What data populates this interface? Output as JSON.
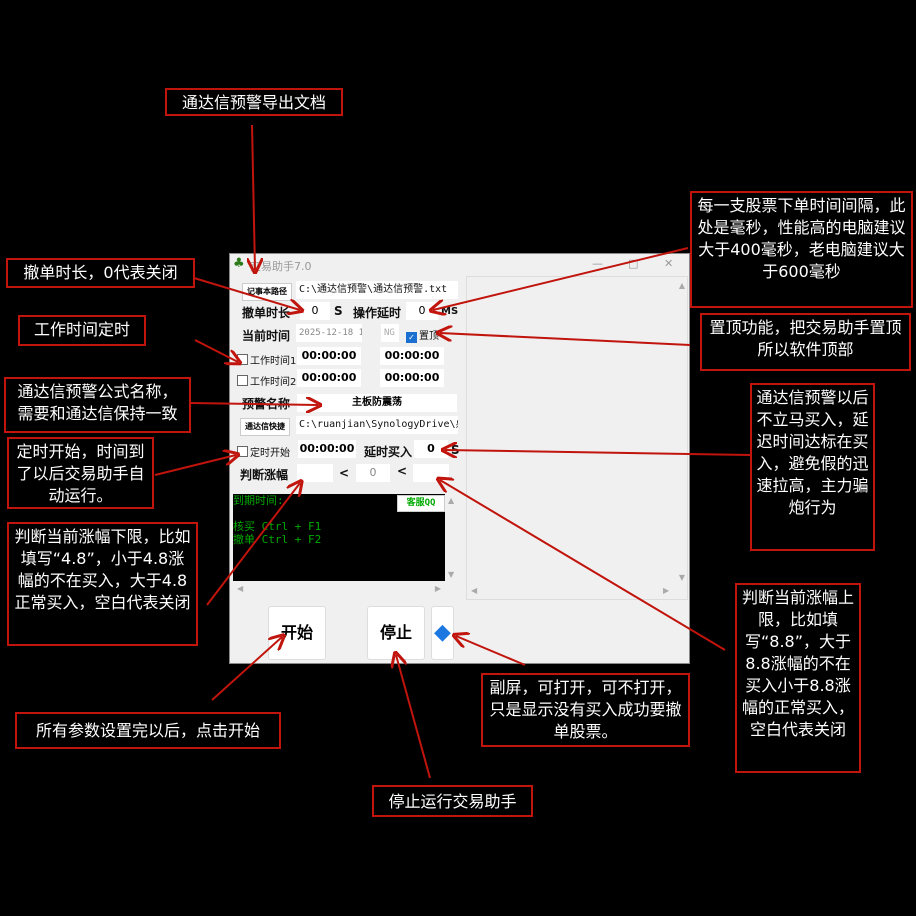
{
  "window": {
    "title": "交易助手7.0",
    "minimize": "—",
    "maximize": "□",
    "close": "✕"
  },
  "form": {
    "notepad_btn": "记事本路径",
    "notepad_path": "C:\\通达信预警\\通达信预警.txt",
    "cancel_label": "撤单时长",
    "cancel_value": "0",
    "cancel_unit": "S",
    "delay_label": "操作延时",
    "delay_value": "0",
    "delay_unit": "MS",
    "time_label": "当前时间",
    "time_value": "2025-12-18 1",
    "ng": "NG",
    "topmost_label": "置顶",
    "topmost_checked": true,
    "work1_label": "工作时间1",
    "work1_start": "00:00:00",
    "work1_end": "00:00:00",
    "work2_label": "工作时间2",
    "work2_start": "00:00:00",
    "work2_end": "00:00:00",
    "alert_label": "预警名称",
    "alert_value": "主板防震荡",
    "tdx_btn": "通达信快捷",
    "tdx_path": "C:\\ruanjian\\SynologyDrive\\桌[",
    "timer_label": "定时开始",
    "timer_value": "00:00:00",
    "buy_delay_label": "延时买入",
    "buy_delay_value": "0",
    "buy_delay_unit": "S",
    "range_label": "判断涨幅",
    "range_low": "",
    "range_lt1": "<",
    "range_mid": "0",
    "range_lt2": "<",
    "range_high": ""
  },
  "console": {
    "lines": [
      "到期时间:",
      "",
      "核买 Ctrl + F1",
      "撤单 Ctrl + F2"
    ],
    "qq_btn": "客服QQ"
  },
  "buttons": {
    "start": "开始",
    "stop": "停止"
  },
  "annotations": {
    "export": "通达信预警导出文档",
    "cancel": "撤单时长，0代表关闭",
    "worktime": "工作时间定时",
    "formula": "通达信预警公式名称，需要和通达信保持一致",
    "timer": "定时开始，时间到了以后交易助手自动运行。",
    "lower": "判断当前涨幅下限，比如填写“4.8”，小于4.8涨幅的不在买入，大于4.8正常买入，空白代表关闭",
    "start": "所有参数设置完以后，点击开始",
    "stop": "停止运行交易助手",
    "second": "副屏，可打开，可不打开，只是显示没有买入成功要撤单股票。",
    "upper": "判断当前涨幅上限，比如填写“8.8”，大于8.8涨幅的不在买入小于8.8涨幅的正常买入，空白代表关闭",
    "buydelay": "通达信预警以后不立马买入，延迟时间达标在买入，避免假的迅速拉高，主力骗炮行为",
    "topmost": "置顶功能，把交易助手置顶所以软件顶部",
    "interval": "每一支股票下单时间间隔，此处是毫秒，性能高的电脑建议大于400毫秒，老电脑建议大于600毫秒"
  },
  "colors": {
    "annotation": "#c0140c",
    "console_text": "#00aa00"
  }
}
